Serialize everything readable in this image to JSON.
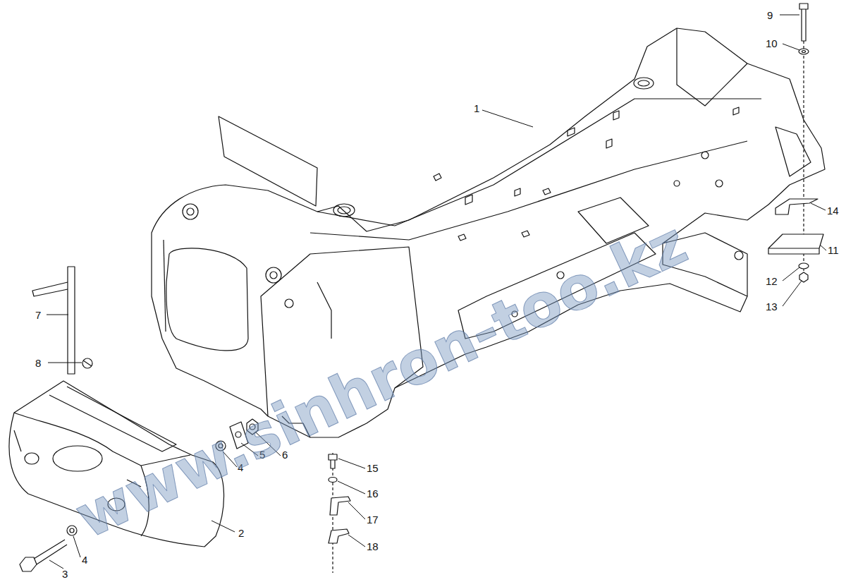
{
  "diagram": {
    "labels": [
      "1",
      "2",
      "3",
      "4",
      "4",
      "5",
      "6",
      "7",
      "8",
      "9",
      "10",
      "11",
      "12",
      "13",
      "14",
      "15",
      "16",
      "17",
      "18",
      "www.sinhron-too.kz"
    ]
  }
}
